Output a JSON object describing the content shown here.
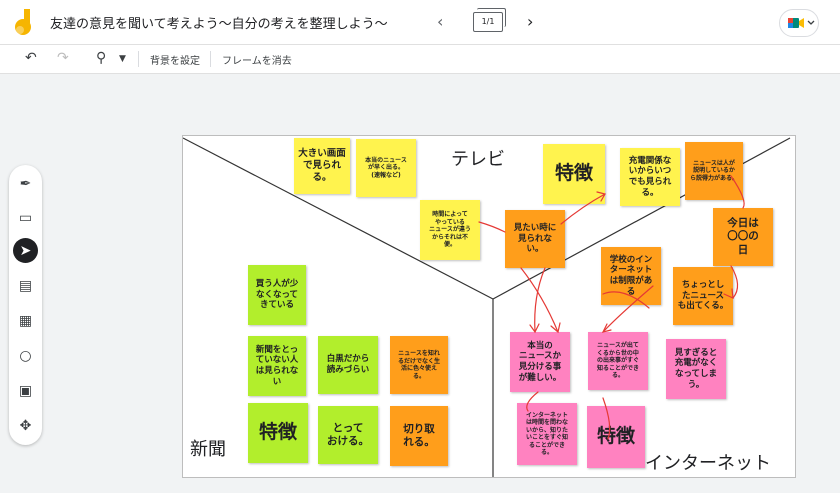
{
  "header": {
    "title": "友達の意見を聞いて考えよう〜自分の考えを整理しよう〜",
    "frame_indicator": "1/1"
  },
  "toolbar": {
    "set_background": "背景を設定",
    "clear_frame": "フレームを消去"
  },
  "board": {
    "labels": {
      "tv": "テレビ",
      "newspaper": "新聞",
      "internet": "インターネット"
    },
    "notes": {
      "tv_big_screen": "大きい画面\nで見られ\nる。",
      "tv_fast_news": "本当のニュース\nが早く出る。\n(速報など)",
      "tv_feature": "特徴",
      "tv_no_charging": "充電関係な\nいからいつ\nでも見られ\nる。",
      "tv_explainer": "ニュースは人が\n説明しているか\nら説得力がある。",
      "tv_time_varies": "時間によって\nやっている\nニュースが違う\nからそれは不\n便。",
      "tv_watch_anytime": "見たい時に\n見られな\nい。",
      "today_is": "今日は\n〇〇の\n日",
      "internet_school_limit": "学校のイン\nターネット\nは制限があ\nる",
      "small_news": "ちょっとし\nたニュース\nも出てくる。",
      "np_buyers_decrease": "買う人が少\nなくなって\nきている",
      "np_not_taken": "新聞をとっ\nていない人\nは見られな\nい",
      "np_bw_hard": "白黒だから\n読みづらい",
      "np_world_events": "ニュースを知れ\nるだけでなく生\n活に色々使え\nる。",
      "np_feature": "特徴",
      "np_keep": "とって\nおける。",
      "np_cut_out": "切り取\nれる。",
      "int_hard_real": "本当の\nニュースか\n見分ける事\nが難しい。",
      "int_fast_world": "ニュースが出て\nくるから世の中\nの出来事がすぐ\n知ることができ\nる。",
      "int_too_much": "見すぎると\n充電がなく\nなってしまう。",
      "int_anytime": "インターネット\nは時間を問わな\nいから、知りた\nいことをすぐ知\nることができ\nる。",
      "int_feature": "特徴"
    }
  },
  "colors": {
    "yellow": "#fff34e",
    "orange": "#ff9e1b",
    "green": "#b2ee2c",
    "pink": "#ff82c0",
    "arrow": "#e53935"
  },
  "icons": [
    "jamboard-logo",
    "prev-frame-icon",
    "next-frame-icon",
    "meet-icon",
    "undo-icon",
    "redo-icon",
    "zoom-icon",
    "pen-icon",
    "eraser-icon",
    "select-icon",
    "sticky-note-icon",
    "image-icon",
    "shape-icon",
    "text-box-icon",
    "laser-icon"
  ]
}
